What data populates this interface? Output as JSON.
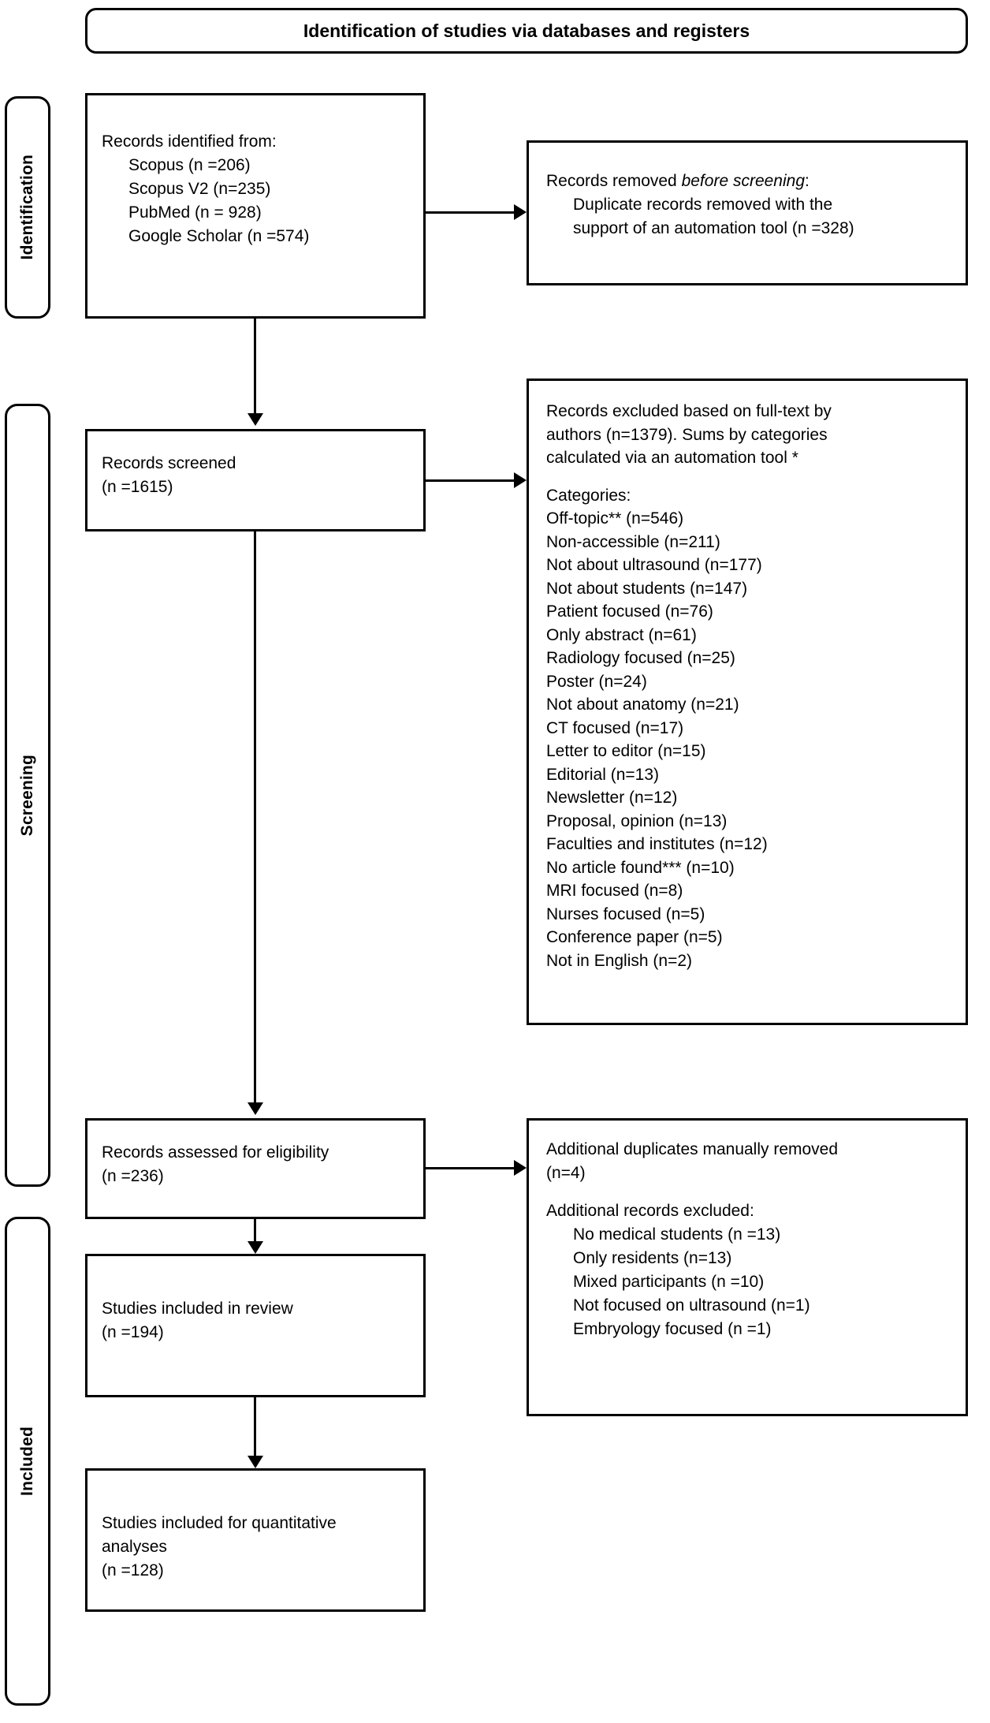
{
  "title": {
    "text": "Identification of studies via databases and registers"
  },
  "stages": [
    {
      "id": "identification",
      "label": "Identification"
    },
    {
      "id": "screening",
      "label": "Screening"
    },
    {
      "id": "included",
      "label": "Included"
    }
  ],
  "boxes": {
    "identified": {
      "name": "records-identified",
      "lines": [
        {
          "text": "Records identified from:",
          "indent": 0
        },
        {
          "text": "Scopus (n =206)",
          "indent": 1
        },
        {
          "text": "Scopus V2 (n=235)",
          "indent": 1
        },
        {
          "text": "PubMed (n = 928)",
          "indent": 1
        },
        {
          "text": "Google Scholar (n =574)",
          "indent": 1
        }
      ]
    },
    "removed": {
      "name": "records-removed-before-screening",
      "lines": [
        {
          "text": "Records removed ",
          "indent": 0,
          "italic_tail": "before screening",
          "tail": ":"
        },
        {
          "text": "Duplicate records removed with the",
          "indent": 1
        },
        {
          "text": "support of an automation tool (n =328)",
          "indent": 1
        }
      ]
    },
    "screened": {
      "name": "records-screened",
      "lines": [
        {
          "text": "Records screened",
          "indent": 0
        },
        {
          "text": "(n =1615)",
          "indent": 0
        }
      ]
    },
    "excluded": {
      "name": "records-excluded-full-text",
      "header_lines": [
        {
          "text": "Records excluded based on full-text by",
          "indent": 0
        },
        {
          "text": "authors (n=1379). Sums by categories",
          "indent": 0
        },
        {
          "text": "calculated via an automation tool *",
          "indent": 0
        }
      ],
      "categories_label": "Categories:",
      "categories": [
        {
          "label": "Off-topic**",
          "n": "(n=546)"
        },
        {
          "label": "Non-accessible",
          "n": "(n=211)"
        },
        {
          "label": "Not about ultrasound",
          "n": "(n=177)"
        },
        {
          "label": "Not about students",
          "n": "(n=147)"
        },
        {
          "label": "Patient focused",
          "n": "(n=76)"
        },
        {
          "label": "Only abstract",
          "n": "(n=61)"
        },
        {
          "label": "Radiology focused",
          "n": "(n=25)"
        },
        {
          "label": "Poster",
          "n": "(n=24)"
        },
        {
          "label": "Not about anatomy",
          "n": "(n=21)"
        },
        {
          "label": "CT focused",
          "n": "(n=17)"
        },
        {
          "label": "Letter to editor",
          "n": "(n=15)"
        },
        {
          "label": "Editorial",
          "n": "(n=13)"
        },
        {
          "label": "Newsletter",
          "n": "(n=12)"
        },
        {
          "label": "Proposal, opinion",
          "n": "(n=13)"
        },
        {
          "label": "Faculties and institutes",
          "n": "(n=12)"
        },
        {
          "label": "No article found***",
          "n": "(n=10)"
        },
        {
          "label": "MRI focused",
          "n": "(n=8)"
        },
        {
          "label": "Nurses focused",
          "n": "(n=5)"
        },
        {
          "label": "Conference paper",
          "n": "(n=5)"
        },
        {
          "label": "Not in English",
          "n": "(n=2)"
        }
      ]
    },
    "eligibility": {
      "name": "records-assessed-eligibility",
      "lines": [
        {
          "text": "Records assessed for eligibility",
          "indent": 0
        },
        {
          "text": "(n =236)",
          "indent": 0
        }
      ]
    },
    "additional_excluded": {
      "name": "additional-records-excluded",
      "lines": [
        {
          "text": "Additional duplicates manually removed",
          "indent": 0
        },
        {
          "text": "(n=4)",
          "indent": 0
        },
        {
          "text": "",
          "indent": 0
        },
        {
          "text": "Additional records excluded:",
          "indent": 0
        },
        {
          "text": "No medical students (n =13)",
          "indent": 1
        },
        {
          "text": "Only residents (n=13)",
          "indent": 1
        },
        {
          "text": "Mixed participants (n =10)",
          "indent": 1
        },
        {
          "text": "Not focused on ultrasound (n=1)",
          "indent": 1
        },
        {
          "text": "Embryology focused (n =1)",
          "indent": 1
        }
      ]
    },
    "included_review": {
      "name": "studies-included-review",
      "lines": [
        {
          "text": "Studies included in review",
          "indent": 0
        },
        {
          "text": "(n =194)",
          "indent": 0
        }
      ]
    },
    "quantitative": {
      "name": "studies-included-quantitative",
      "lines": [
        {
          "text": "Studies included for quantitative",
          "indent": 0
        },
        {
          "text": "analyses",
          "indent": 0
        },
        {
          "text": "(n =128)",
          "indent": 0
        }
      ]
    }
  },
  "colors": {
    "stroke": "#000000",
    "background": "#ffffff",
    "text": "#000000"
  }
}
